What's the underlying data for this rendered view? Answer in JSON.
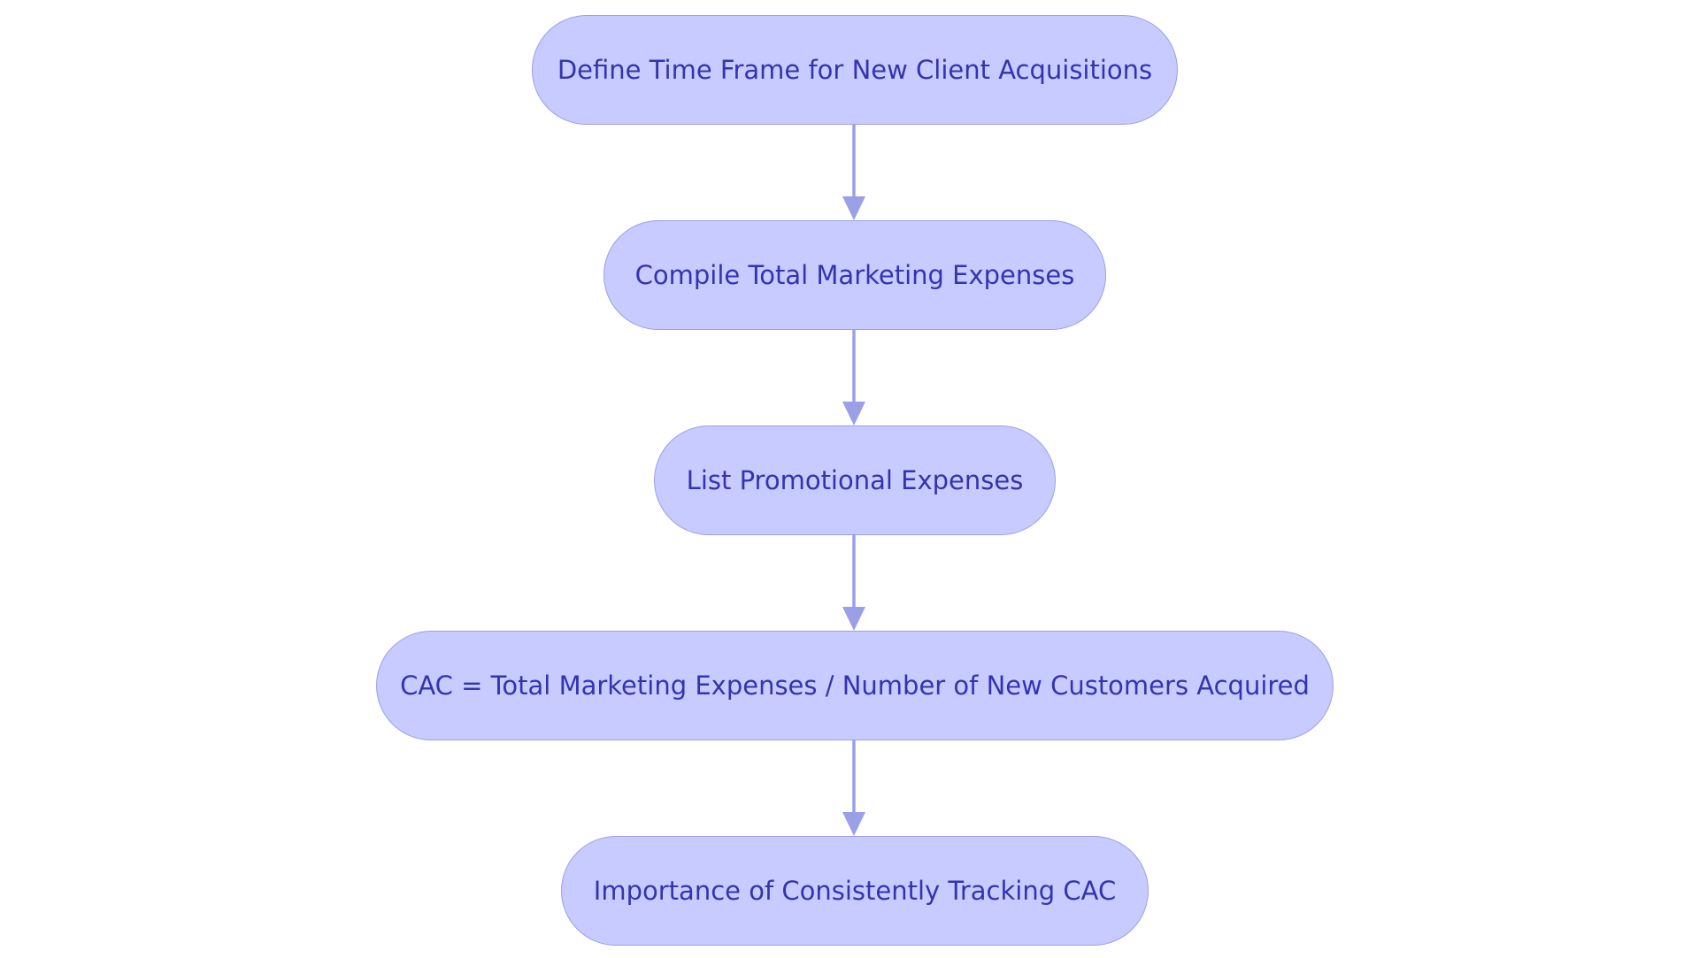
{
  "colors": {
    "node_fill": "#c8cbff",
    "node_border": "#9aa0e8",
    "node_text": "#3434b0",
    "edge": "#9aa0e8"
  },
  "nodes": [
    {
      "id": "n1",
      "label": "Define Time Frame for New Client Acquisitions"
    },
    {
      "id": "n2",
      "label": "Compile Total Marketing Expenses"
    },
    {
      "id": "n3",
      "label": "List Promotional Expenses"
    },
    {
      "id": "n4",
      "label": "CAC = Total Marketing Expenses / Number of New Customers Acquired"
    },
    {
      "id": "n5",
      "label": "Importance of Consistently Tracking CAC"
    }
  ],
  "edges": [
    {
      "from": "n1",
      "to": "n2"
    },
    {
      "from": "n2",
      "to": "n3"
    },
    {
      "from": "n3",
      "to": "n4"
    },
    {
      "from": "n4",
      "to": "n5"
    }
  ]
}
